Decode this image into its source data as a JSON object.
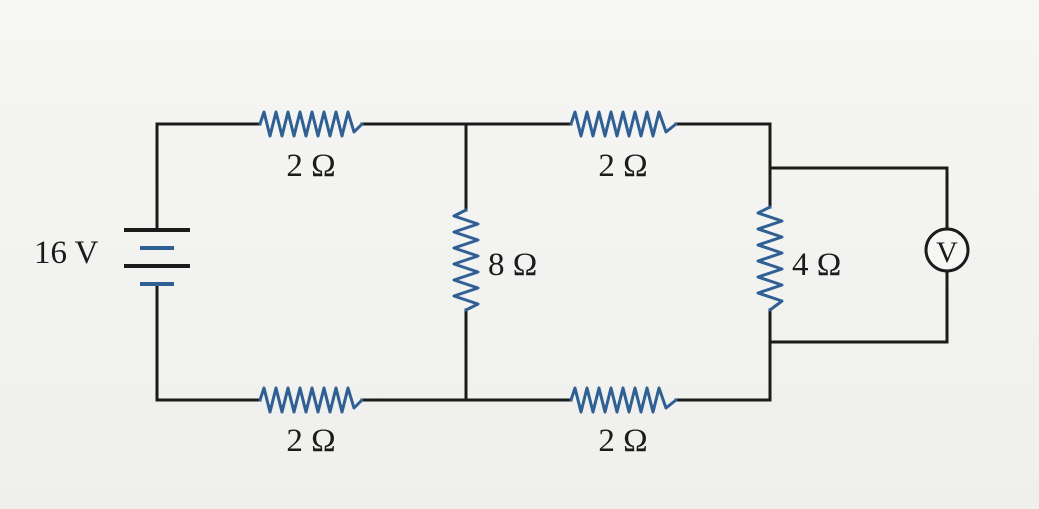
{
  "battery": {
    "label": "16 V"
  },
  "resistors": {
    "top_left": "2 Ω",
    "top_right": "2 Ω",
    "middle": "8 Ω",
    "right": "4 Ω",
    "bottom_left": "2 Ω",
    "bottom_right": "2 Ω"
  },
  "voltmeter": {
    "symbol": "V"
  },
  "colors": {
    "wire": "#1b1b1b",
    "resistor": "#2f5f93",
    "background": "#f3f3f1"
  }
}
